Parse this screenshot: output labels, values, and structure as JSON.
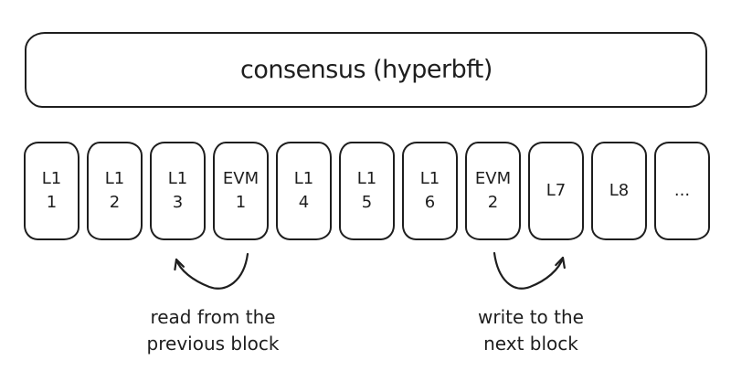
{
  "consensus": {
    "title": "consensus (hyperbft)"
  },
  "blocks": [
    {
      "line1": "L1",
      "line2": "1"
    },
    {
      "line1": "L1",
      "line2": "2"
    },
    {
      "line1": "L1",
      "line2": "3"
    },
    {
      "line1": "EVM",
      "line2": "1"
    },
    {
      "line1": "L1",
      "line2": "4"
    },
    {
      "line1": "L1",
      "line2": "5"
    },
    {
      "line1": "L1",
      "line2": "6"
    },
    {
      "line1": "EVM",
      "line2": "2"
    },
    {
      "line1": "L7"
    },
    {
      "line1": "L8"
    },
    {
      "line1": "..."
    }
  ],
  "annotations": {
    "read": {
      "line1": "read from the",
      "line2": "previous block"
    },
    "write": {
      "line1": "write to the",
      "line2": "next block"
    }
  },
  "colors": {
    "stroke": "#1e1e1e",
    "background": "#ffffff"
  }
}
